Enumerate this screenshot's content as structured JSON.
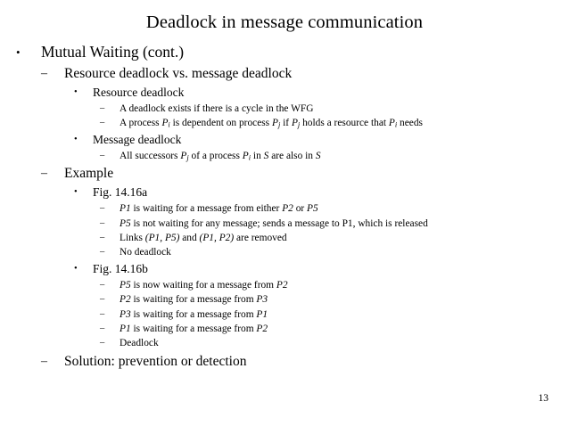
{
  "slide": {
    "title": "Deadlock in message communication",
    "page_number": "13",
    "markers": {
      "disc": "•",
      "dash": "–"
    },
    "outline": [
      {
        "level": 1,
        "marker": "•",
        "text": "Mutual Waiting (cont.)"
      },
      {
        "level": 2,
        "marker": "–",
        "text": "Resource deadlock vs. message deadlock"
      },
      {
        "level": 3,
        "marker": "•",
        "text": "Resource deadlock"
      },
      {
        "level": 4,
        "marker": "–",
        "text": "A deadlock exists if there is a cycle in the WFG"
      },
      {
        "level": 4,
        "marker": "–",
        "text": "A process Pi is dependent on process Pj if Pj holds a resource that Pi needs"
      },
      {
        "level": 3,
        "marker": "•",
        "text": "Message deadlock"
      },
      {
        "level": 4,
        "marker": "–",
        "text": "All successors Pj of a process Pi in S are also in S"
      },
      {
        "level": 2,
        "marker": "–",
        "text": "Example"
      },
      {
        "level": 3,
        "marker": "•",
        "text": "Fig. 14.16a"
      },
      {
        "level": 4,
        "marker": "–",
        "text": "P1 is waiting for a message from either P2 or P5"
      },
      {
        "level": 4,
        "marker": "–",
        "text": "P5 is not waiting for any message; sends a message to P1, which is released"
      },
      {
        "level": 4,
        "marker": "–",
        "text": "Links (P1, P5) and (P1, P2) are removed"
      },
      {
        "level": 4,
        "marker": "–",
        "text": "No deadlock"
      },
      {
        "level": 3,
        "marker": "•",
        "text": "Fig. 14.16b"
      },
      {
        "level": 4,
        "marker": "–",
        "text": "P5 is now waiting for a message from P2"
      },
      {
        "level": 4,
        "marker": "–",
        "text": "P2 is waiting for a message from P3"
      },
      {
        "level": 4,
        "marker": "–",
        "text": "P3 is waiting for a message from P1"
      },
      {
        "level": 4,
        "marker": "–",
        "text": "P1 is waiting for a message from P2"
      },
      {
        "level": 4,
        "marker": "–",
        "text": "Deadlock"
      },
      {
        "level": 2,
        "marker": "–",
        "text": "Solution: prevention or detection"
      }
    ],
    "rich_text": {
      "4": [
        {
          "t": "A process "
        },
        {
          "t": "P",
          "i": true,
          "sub": "i"
        },
        {
          "t": " is dependent on process "
        },
        {
          "t": "P",
          "i": true,
          "sub": "j"
        },
        {
          "t": " if "
        },
        {
          "t": "P",
          "i": true,
          "sub": "j"
        },
        {
          "t": " holds a resource that "
        },
        {
          "t": "P",
          "i": true,
          "sub": "i"
        },
        {
          "t": " needs"
        }
      ],
      "6": [
        {
          "t": "All successors "
        },
        {
          "t": "P",
          "i": true,
          "sub": "j"
        },
        {
          "t": " of a process "
        },
        {
          "t": "P",
          "i": true,
          "sub": "i"
        },
        {
          "t": " in "
        },
        {
          "t": "S",
          "i": true
        },
        {
          "t": " are also in "
        },
        {
          "t": "S",
          "i": true
        }
      ],
      "9": [
        {
          "t": "P1",
          "i": true
        },
        {
          "t": " is waiting for a message from either "
        },
        {
          "t": "P2",
          "i": true
        },
        {
          "t": " or "
        },
        {
          "t": "P5",
          "i": true
        }
      ],
      "10": [
        {
          "t": "P5",
          "i": true
        },
        {
          "t": " is not waiting for any message; sends a message to P1, which is released"
        }
      ],
      "11": [
        {
          "t": "Links "
        },
        {
          "t": "(P1, P5)",
          "i": true
        },
        {
          "t": " and "
        },
        {
          "t": "(P1, P2)",
          "i": true
        },
        {
          "t": " are removed"
        }
      ],
      "14": [
        {
          "t": "P5",
          "i": true
        },
        {
          "t": " is now waiting for a message from "
        },
        {
          "t": "P2",
          "i": true
        }
      ],
      "15": [
        {
          "t": "P2",
          "i": true
        },
        {
          "t": " is waiting for a message from "
        },
        {
          "t": "P3",
          "i": true
        }
      ],
      "16": [
        {
          "t": "P3",
          "i": true
        },
        {
          "t": " is waiting for a message from "
        },
        {
          "t": "P1",
          "i": true
        }
      ],
      "17": [
        {
          "t": "P1",
          "i": true
        },
        {
          "t": " is waiting for a message from "
        },
        {
          "t": "P2",
          "i": true
        }
      ]
    }
  }
}
